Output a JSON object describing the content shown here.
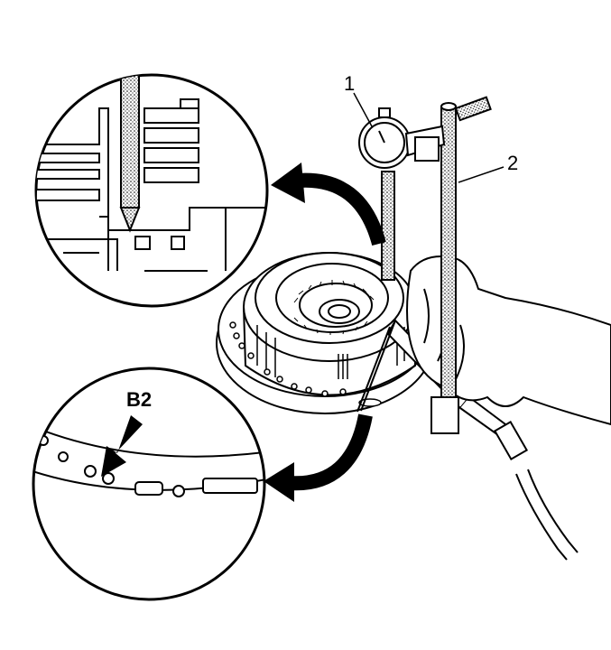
{
  "callouts": {
    "dial_indicator": "1",
    "magnetic_stand": "2",
    "bleed_hole": "B2"
  }
}
